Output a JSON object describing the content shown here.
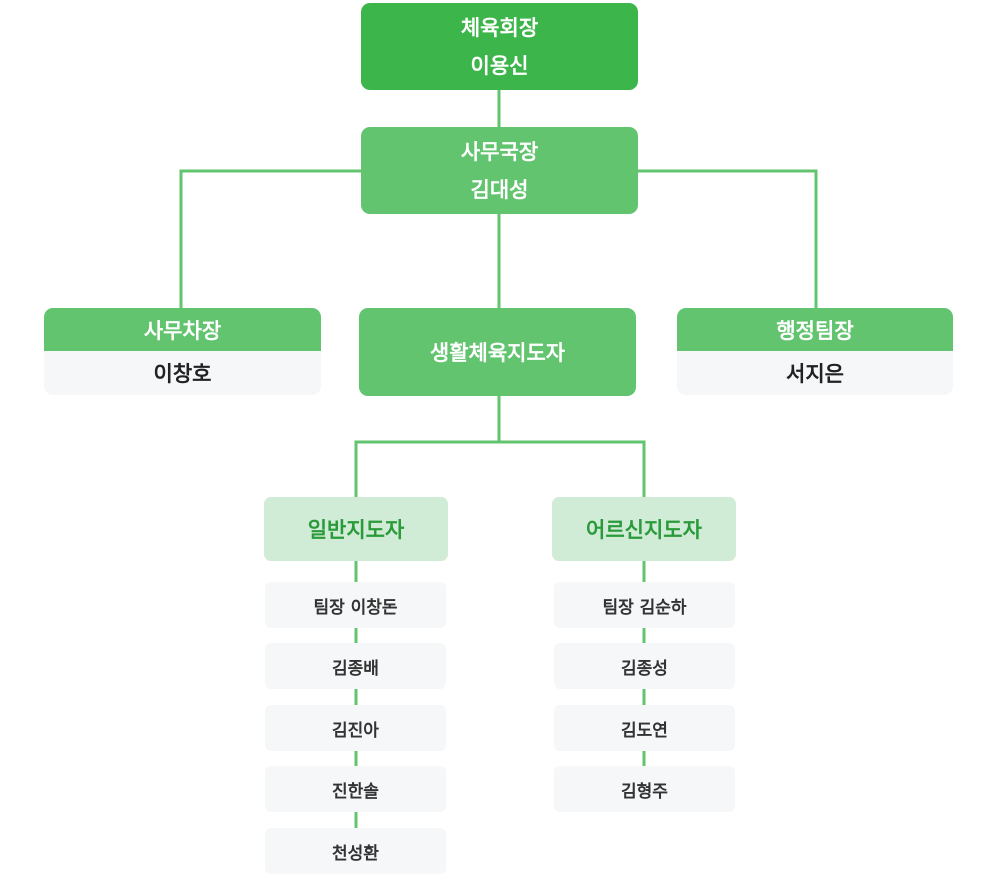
{
  "chairman": {
    "title": "체육회장",
    "name": "이용신"
  },
  "secretary_general": {
    "title": "사무국장",
    "name": "김대성"
  },
  "deputy_secretary": {
    "title": "사무차장",
    "name": "이창호"
  },
  "life_sports": {
    "title": "생활체육지도자"
  },
  "admin_team": {
    "title": "행정팀장",
    "name": "서지은"
  },
  "general_instructors": {
    "title": "일반지도자",
    "members": [
      "팀장 이창돈",
      "김종배",
      "김진아",
      "진한솔",
      "천성환"
    ]
  },
  "senior_instructors": {
    "title": "어르신지도자",
    "members": [
      "팀장 김순하",
      "김종성",
      "김도연",
      "김형주"
    ]
  },
  "colors": {
    "primary": "#3cb54a",
    "secondary": "#62c46e",
    "light": "#d1ecd6",
    "line": "#62c46e"
  }
}
